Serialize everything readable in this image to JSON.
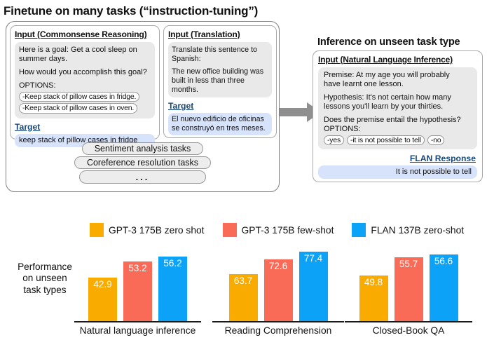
{
  "finetune_panel": {
    "title": "Finetune on many tasks (“instruction-tuning”)",
    "commonsense_card": {
      "heading": "Input (Commonsense Reasoning)",
      "goal_text": "Here is a goal: Get a cool sleep on summer days.",
      "question_text": "How would you accomplish this goal?",
      "options_label": "OPTIONS:",
      "options": [
        "-Keep stack of pillow cases in fridge.",
        "-Keep stack of pillow cases in oven."
      ],
      "target_label": "Target",
      "target_text": "keep stack of pillow cases in fridge"
    },
    "translation_card": {
      "heading": "Input (Translation)",
      "instruction_text": "Translate this sentence to Spanish:",
      "source_text": "The new office building was built in less than three months.",
      "target_label": "Target",
      "target_text": "El nuevo edificio de oficinas se construyó en tres meses."
    },
    "task_pills": [
      "Sentiment analysis tasks",
      "Coreference resolution tasks",
      "..."
    ]
  },
  "inference_panel": {
    "title": "Inference on unseen task type",
    "nli_card": {
      "heading": "Input (Natural Language Inference)",
      "premise_text": "Premise: At my age you will probably have learnt one lesson.",
      "hypothesis_text": "Hypothesis: It's not certain how many lessons you'll learn by your thirties.",
      "question_text": "Does the premise entail the hypothesis?",
      "options_label": "OPTIONS:",
      "options": [
        "-yes",
        "-it is not possible to tell",
        "-no"
      ],
      "response_label": "FLAN Response",
      "response_text": "It is not possible to tell"
    }
  },
  "chart_data": {
    "type": "bar",
    "title": "",
    "ylabel": "Performance on unseen task types",
    "ylabel_lines": [
      "Performance",
      "on unseen",
      "task types"
    ],
    "categories": [
      "Natural language inference",
      "Reading Comprehension",
      "Closed-Book QA"
    ],
    "series": [
      {
        "name": "GPT-3 175B zero shot",
        "color": "#F9AB00",
        "values": [
          42.9,
          63.7,
          49.8
        ]
      },
      {
        "name": "GPT-3 175B few-shot",
        "color": "#F96A57",
        "values": [
          53.2,
          72.6,
          55.7
        ]
      },
      {
        "name": "FLAN 137B zero-shot",
        "color": "#0BA2F8",
        "values": [
          56.2,
          77.4,
          56.6
        ]
      }
    ],
    "group_ylim": [
      [
        15,
        62
      ],
      [
        35,
        80
      ],
      [
        35,
        59
      ]
    ],
    "grid": false,
    "legend_position": "top"
  },
  "colors": {
    "target_link": "#17497E",
    "gray_box": "#E9E9E9",
    "blue_box": "#D7E3FB",
    "arrow": "#8F8F8F"
  }
}
